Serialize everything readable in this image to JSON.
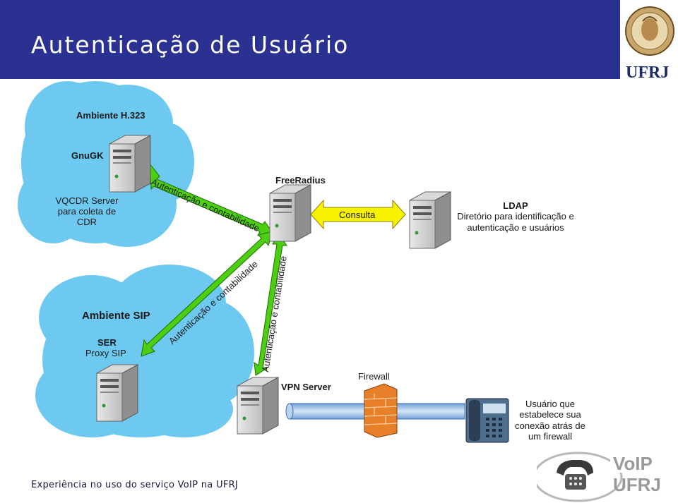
{
  "header": {
    "title": "Autenticação de Usuário"
  },
  "logo": {
    "text": "UFRJ"
  },
  "cloud_h323": {
    "title": "Ambiente H.323",
    "gnugk": "GnuGK",
    "vqcdr_line1": "VQCDR Server",
    "vqcdr_line2": "para coleta de",
    "vqcdr_line3": "CDR"
  },
  "cloud_sip": {
    "title": "Ambiente SIP",
    "ser_name": "SER",
    "ser_desc": "Proxy SIP"
  },
  "freeradius": {
    "label": "FreeRadius"
  },
  "ldap": {
    "title": "LDAP",
    "line1": "Diretório para identificação e",
    "line2": "autenticação e usuários"
  },
  "arrows": {
    "consulta": "Consulta",
    "auth1": "Autenticação e contabilidade",
    "auth2": "Autenticação e contabilidade",
    "auth3": "Autenticação e contabilidade"
  },
  "vpn": {
    "label": "VPN Server"
  },
  "firewall": {
    "label": "Firewall"
  },
  "user": {
    "line1": "Usuário que",
    "line2": "estabelece sua",
    "line3": "conexão atrás de",
    "line4": "um firewall"
  },
  "voip_logo": {
    "line1": "VoIP",
    "line2": "UFRJ"
  },
  "footer": {
    "text": "Experiência no uso do serviço VoIP na UFRJ"
  },
  "colors": {
    "header": "#2b3191",
    "cloud": "#6ec9f0",
    "arrow_green": "#4ccf10",
    "arrow_yellow": "#f7f200"
  }
}
